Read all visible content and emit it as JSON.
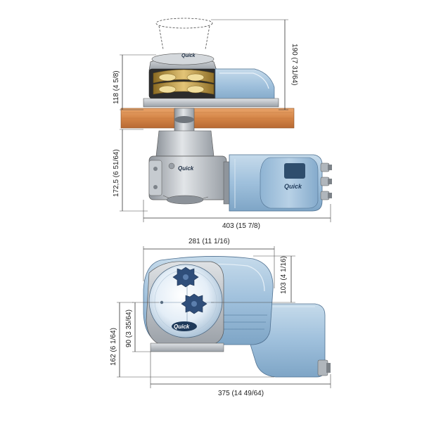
{
  "brand": {
    "logo_text": "Quick"
  },
  "colors": {
    "motor_blue": "#9fc0dc",
    "motor_blue_dark": "#6f97bb",
    "metal_grey": "#b9bec4",
    "deck_wood": "#d88a4e",
    "drum_gold": "#c9a24a"
  },
  "side_view": {
    "dim_height_top": "190 (7 31/64)",
    "dim_height_above_deck": "118 (4 5/8)",
    "dim_height_below_deck": "172,5 (6 51/64)",
    "dim_length_total": "403 (15 7/8)"
  },
  "top_view": {
    "dim_width_top": "281 (11 1/16)",
    "dim_right_upper": "103 (4 1/16)",
    "dim_right_lower": "90 (3 35/64)",
    "dim_left_height": "162 (6 1/64)",
    "dim_length_bottom": "375 (14 49/64)"
  }
}
